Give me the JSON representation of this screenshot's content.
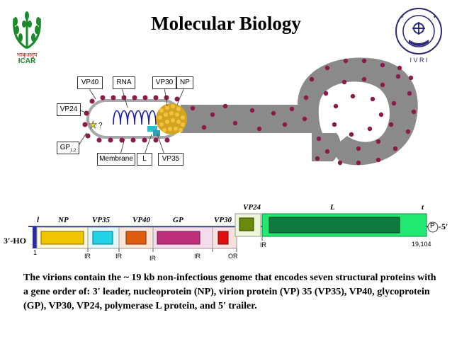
{
  "title": "Molecular Biology",
  "logos": {
    "left_text": "ICAR",
    "left_subtext": "भाकृअनुप",
    "right_text": "I V R I"
  },
  "virion_labels": {
    "vp40": "VP40",
    "rna": "RNA",
    "vp30": "VP30",
    "np": "NP",
    "vp24": "VP24",
    "gp": "GP",
    "gp_sub": "1,2",
    "membrane": "Membrane",
    "l": "L",
    "vp35": "VP35",
    "question": "?"
  },
  "genome": {
    "left_end": "3'-HO",
    "right_end": "-5'",
    "p_label": "P",
    "genes_top": [
      "l",
      "NP",
      "VP35",
      "VP40",
      "GP",
      "VP30",
      "VP24",
      "L",
      "t"
    ],
    "position_start": "1",
    "position_end": "19,104",
    "junctions": [
      "IR",
      "IR",
      "IR",
      "IR",
      "OR",
      "IR"
    ]
  },
  "colors": {
    "protein_dots": "#8b1a4a",
    "tube": "#8a8a8a",
    "np_gene": "#f2c400",
    "vp35_gene": "#22d3e6",
    "vp40_gene": "#e05a10",
    "gp_gene": "#c0307a",
    "vp30_gene": "#e01010",
    "vp24_gene": "#6a8a10",
    "l_gene": "#0fa050"
  },
  "caption": "The virions contain the ~ 19 kb non-infectious genome that encodes seven structural proteins with a gene order of: 3' leader, nucleoprotein (NP), virion protein (VP) 35 (VP35), VP40, glycoprotein (GP), VP30, VP24, polymerase L protein, and 5' trailer."
}
